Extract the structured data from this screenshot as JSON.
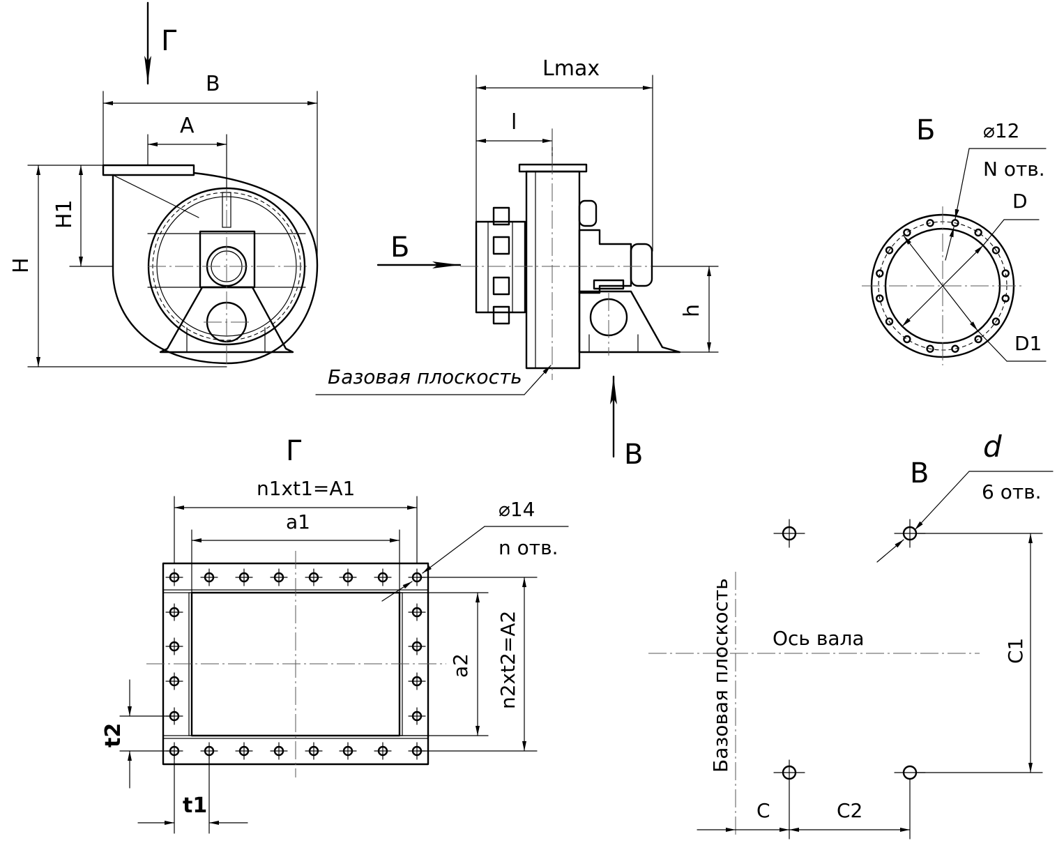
{
  "views": {
    "front": {
      "view_arrow": "Г",
      "dims": {
        "B": "B",
        "A": "A",
        "H": "H",
        "H1": "H1"
      }
    },
    "side": {
      "dims": {
        "Lmax": "Lmax",
        "l": "l",
        "h": "h"
      },
      "view_arrow_b": "Б",
      "view_arrow_v": "В",
      "base_plane": "Базовая плоскость"
    },
    "view_b": {
      "title": "Б",
      "hole_dia": "⌀12",
      "hole_count": "N отв.",
      "D": "D",
      "D1": "D1"
    },
    "view_g": {
      "title": "Г",
      "top_dim": "n1xt1=A1",
      "a1": "a1",
      "hole_dia": "⌀14",
      "hole_count": "n отв.",
      "a2": "a2",
      "side_dim": "n2xt2=A2",
      "t1": "t1",
      "t2": "t2"
    },
    "view_v": {
      "title": "В",
      "d": "d",
      "hole_count": "6 отв.",
      "shaft_axis": "Ось вала",
      "base_plane": "Базовая плоскость",
      "C": "C",
      "C1": "C1",
      "C2": "C2"
    }
  }
}
